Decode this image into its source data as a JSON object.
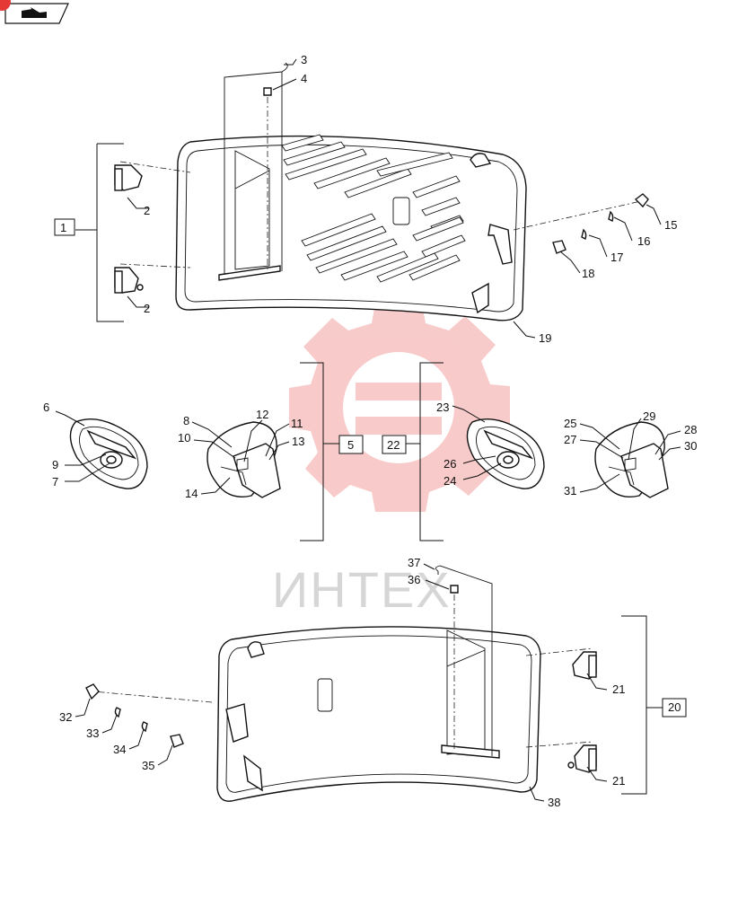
{
  "nav": {
    "icon": "page-turn-icon",
    "badge_color": "#e53935"
  },
  "watermark": {
    "text": "ИНТЕХ",
    "color": "#f3a0a0"
  },
  "callouts": {
    "c1": "1",
    "c2a": "2",
    "c2b": "2",
    "c3": "3",
    "c4": "4",
    "c5": "5",
    "c6": "6",
    "c7": "7",
    "c8": "8",
    "c9": "9",
    "c10": "10",
    "c11": "11",
    "c12": "12",
    "c13": "13",
    "c14": "14",
    "c15": "15",
    "c16": "16",
    "c17": "17",
    "c18": "18",
    "c19": "19",
    "c20": "20",
    "c21a": "21",
    "c21b": "21",
    "c22": "22",
    "c23": "23",
    "c24": "24",
    "c25": "25",
    "c26": "26",
    "c27": "27",
    "c28": "28",
    "c29": "29",
    "c30": "30",
    "c31": "31",
    "c32": "32",
    "c33": "33",
    "c34": "34",
    "c35": "35",
    "c36": "36",
    "c37": "37",
    "c38": "38"
  }
}
